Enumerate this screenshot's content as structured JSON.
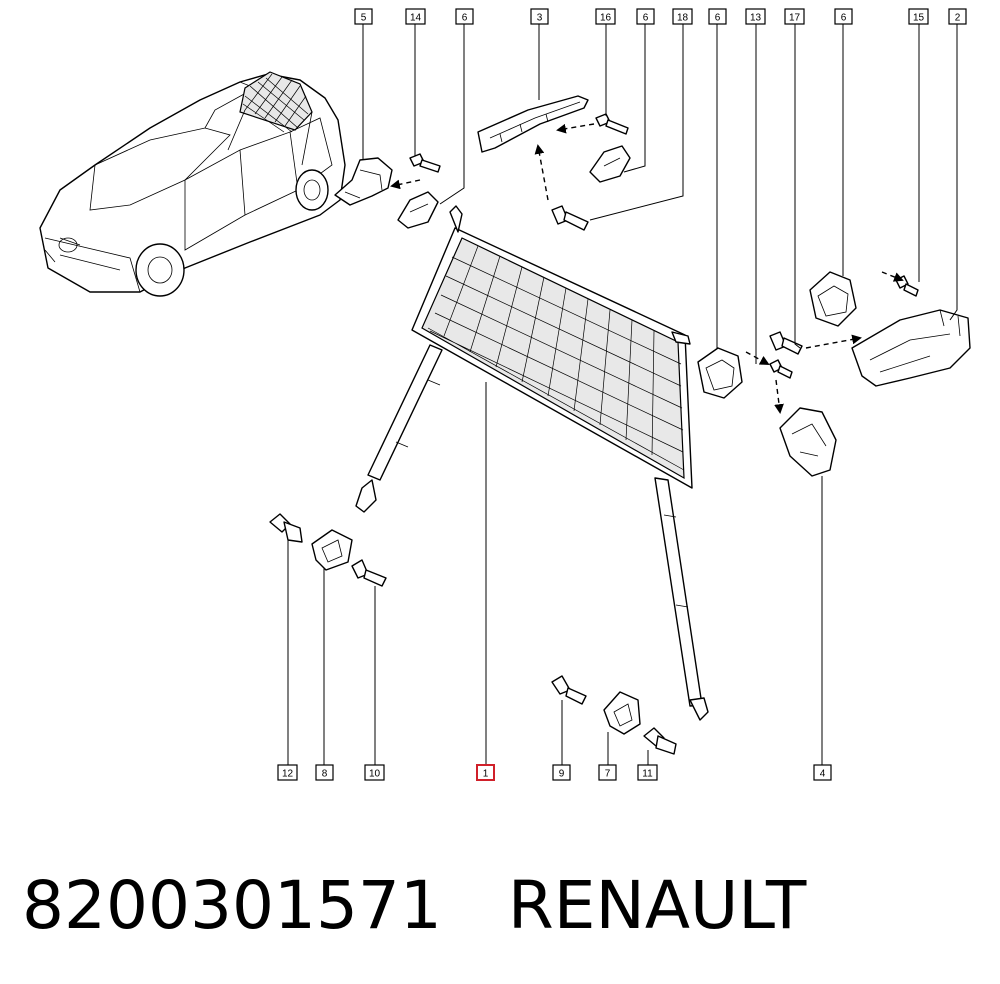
{
  "diagram": {
    "callouts_top": [
      "5",
      "14",
      "6",
      "3",
      "16",
      "6",
      "18",
      "6",
      "13",
      "17",
      "6",
      "15",
      "2"
    ],
    "callouts_bottom": [
      "12",
      "8",
      "10",
      "1",
      "9",
      "7",
      "11",
      "4"
    ],
    "highlighted_callout": "1"
  },
  "caption": {
    "part_number": "8200301571",
    "brand": "RENAULT"
  },
  "colors": {
    "line": "#000000",
    "highlight": "#d0202a",
    "background": "#ffffff"
  }
}
